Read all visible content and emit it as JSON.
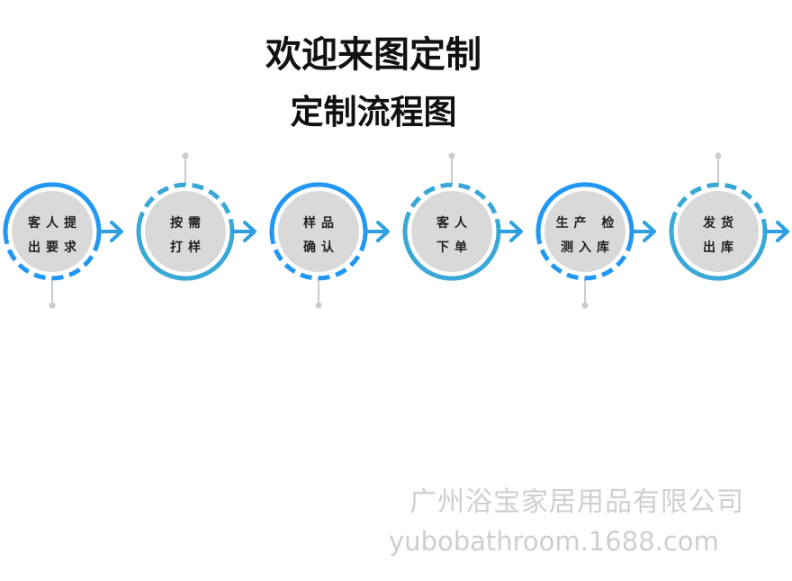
{
  "header": {
    "title": "欢迎来图定制",
    "subtitle": "定制流程图"
  },
  "flow": {
    "steps": [
      {
        "lines": [
          "客人提",
          "出要求"
        ],
        "ring": "solid-top",
        "tick": "bottom"
      },
      {
        "lines": [
          "按需",
          "打样"
        ],
        "ring": "dashed-top",
        "tick": "top"
      },
      {
        "lines": [
          "样品",
          "确认"
        ],
        "ring": "solid-top",
        "tick": "bottom"
      },
      {
        "lines": [
          "客人",
          "下单"
        ],
        "ring": "dashed-top",
        "tick": "top"
      },
      {
        "lines": [
          "生产 检",
          "测入库"
        ],
        "ring": "solid-top",
        "tick": "bottom"
      },
      {
        "lines": [
          "发货",
          "出库"
        ],
        "ring": "dashed-top",
        "tick": "top"
      }
    ],
    "colors": {
      "ring_blue": "#2196f3",
      "ring_teal": "#3aa8d6",
      "arrow": "#2e9fe0",
      "fill": "#d9d9d9",
      "tick": "#cccccc"
    }
  },
  "watermark": {
    "company": "广州浴宝家居用品有限公司",
    "url": "yubobathroom.1688.com"
  }
}
